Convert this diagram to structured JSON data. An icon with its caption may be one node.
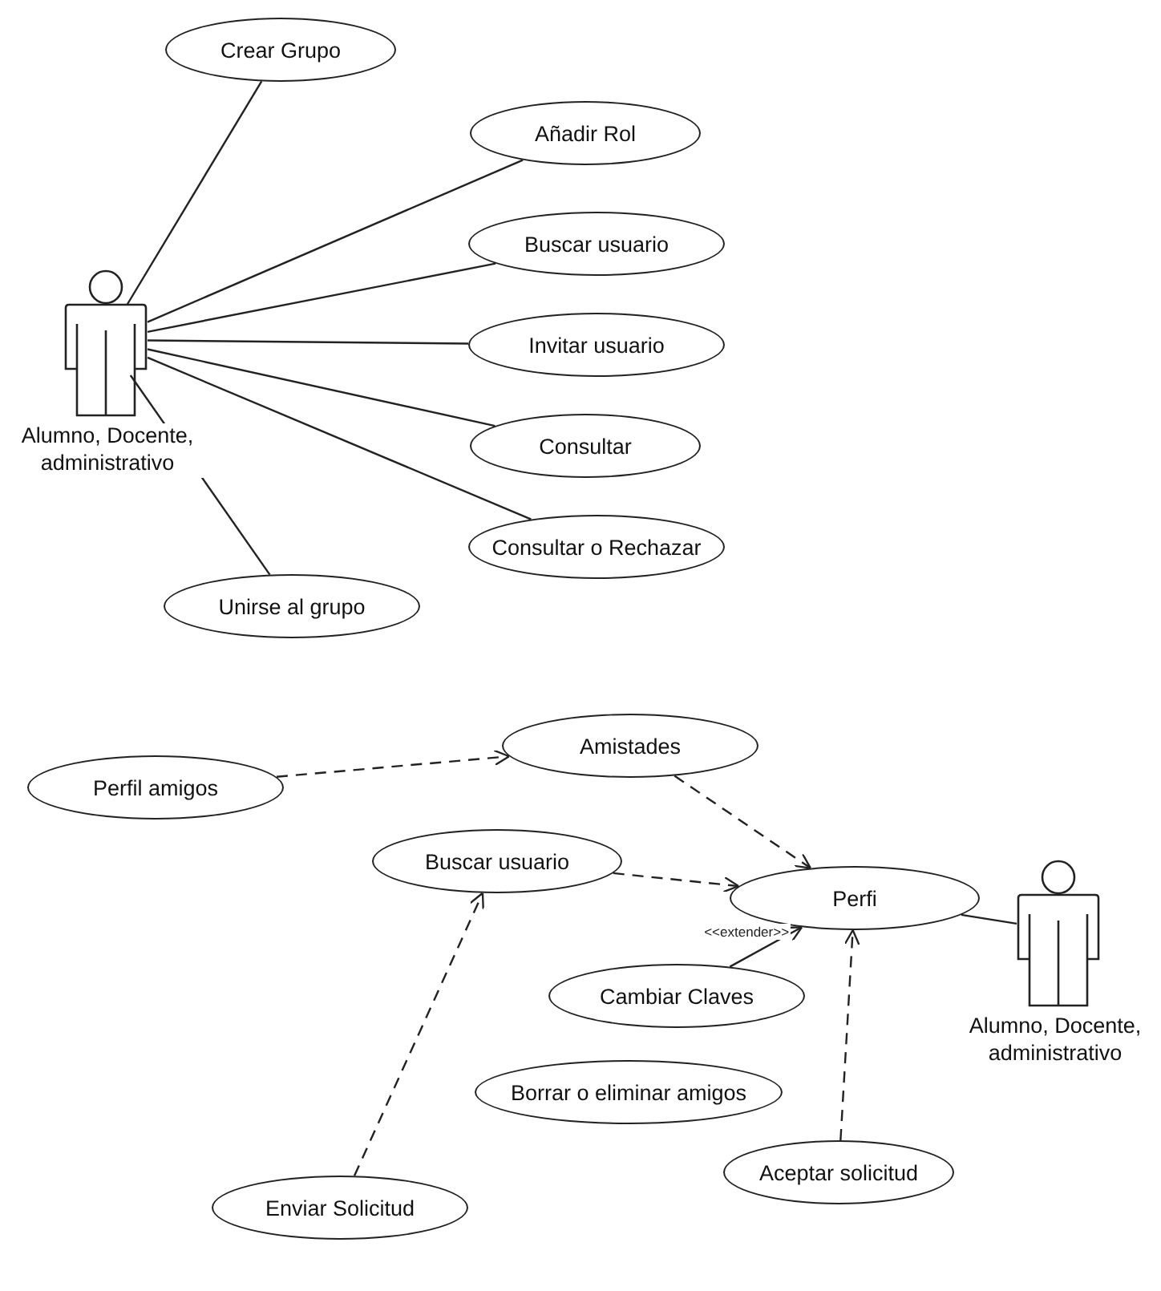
{
  "diagram": {
    "nodes": [
      {
        "text": [
          "Alumno, Docente, administrativo"
        ]
      },
      {
        "text": [
          "Crear Grupo"
        ]
      },
      {
        "text": [
          "Añadir Rol"
        ]
      },
      {
        "text": [
          "Buscar usuario"
        ]
      },
      {
        "text": [
          "Invitar usuario"
        ]
      },
      {
        "text": [
          "Consultar"
        ]
      },
      {
        "text": [
          "Consultar o Rechazar"
        ]
      },
      {
        "text": [
          "Unirse al grupo"
        ]
      },
      {
        "text": [
          "Perfil amigos"
        ]
      },
      {
        "text": [
          "Amistades"
        ]
      },
      {
        "text": [
          "Buscar usuario"
        ]
      },
      {
        "text": [
          "Perfi"
        ]
      },
      {
        "text": [
          "Cambiar Claves"
        ]
      },
      {
        "text": [
          "Borrar o eliminar amigos"
        ]
      },
      {
        "text": [
          "Aceptar solicitud"
        ]
      },
      {
        "text": [
          "Enviar Solicitud"
        ]
      },
      {
        "text": [
          "Alumno, Docente, administrativo"
        ]
      }
    ],
    "edges": [
      {
        "from": 0,
        "to": 1,
        "arrow": "none"
      },
      {
        "from": 0,
        "to": 2,
        "arrow": "none"
      },
      {
        "from": 0,
        "to": 3,
        "arrow": "none"
      },
      {
        "from": 0,
        "to": 4,
        "arrow": "none"
      },
      {
        "from": 0,
        "to": 5,
        "arrow": "none"
      },
      {
        "from": 0,
        "to": 6,
        "arrow": "none"
      },
      {
        "from": 0,
        "to": 7,
        "arrow": "none"
      },
      {
        "from": 8,
        "to": 9,
        "arrow": "to",
        "style": "dashed"
      },
      {
        "from": 9,
        "to": 11,
        "arrow": "to",
        "style": "dashed"
      },
      {
        "from": 10,
        "to": 11,
        "arrow": "to",
        "style": "dashed"
      },
      {
        "from": 12,
        "to": 11,
        "arrow": "to",
        "label": "<<extender>>"
      },
      {
        "from": 14,
        "to": 11,
        "arrow": "to",
        "style": "dashed"
      },
      {
        "from": 15,
        "to": 10,
        "arrow": "to",
        "style": "dashed"
      },
      {
        "from": 11,
        "to": 16,
        "arrow": "none"
      }
    ]
  }
}
